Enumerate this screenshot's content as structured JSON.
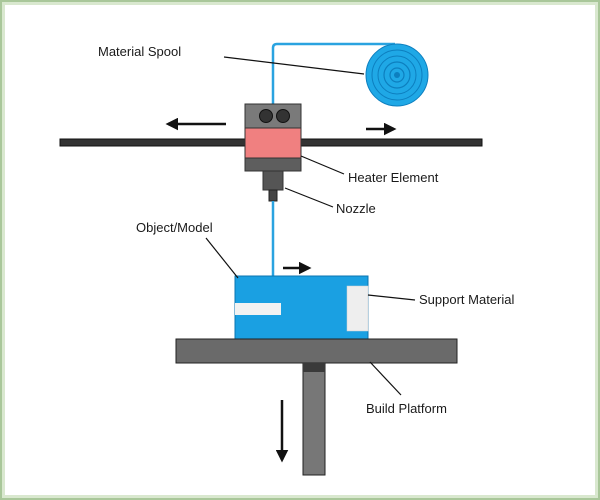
{
  "labels": {
    "material_spool": "Material Spool",
    "heater_element": "Heater Element",
    "nozzle": "Nozzle",
    "object_model": "Object/Model",
    "support_material": "Support Material",
    "build_platform": "Build Platform"
  },
  "colors": {
    "filament": "#2aa3e0",
    "spool": "#1fa8e6",
    "model": "#1aa0e2",
    "heater": "#f08080",
    "metal": "#666666",
    "rail": "#333333",
    "support": "#eeeeee"
  },
  "icons": {
    "rail_left_arrow": "arrow-left-icon",
    "rail_right_arrow": "arrow-right-icon",
    "model_arrow": "arrow-right-icon",
    "platform_arrow": "arrow-down-icon"
  }
}
